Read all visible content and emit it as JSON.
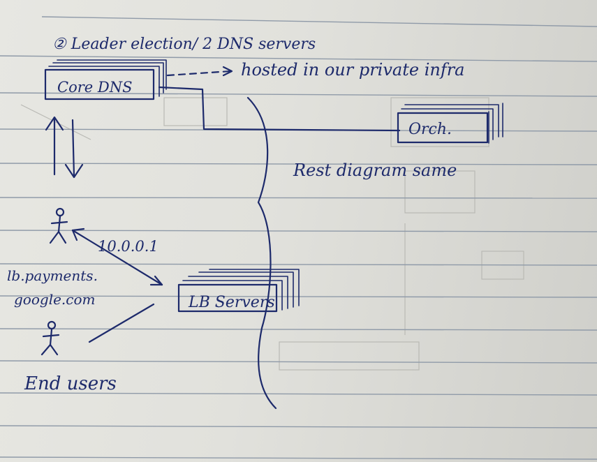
{
  "labels": {
    "leader_election": "② Leader election/ 2 DNS servers",
    "core_dns": "Core DNS",
    "hosted_note": "hosted in our private infra",
    "orch": "Orch.",
    "rest_note": "Rest diagram same",
    "ip": "10.0.0.1",
    "domain": "lb.payments. google.com",
    "lb_servers": "LB Servers",
    "end_users": "End users"
  },
  "colors": {
    "ink": "#1d2a6b",
    "rule": "#8f9aa8",
    "paper": "#e4e4df"
  }
}
